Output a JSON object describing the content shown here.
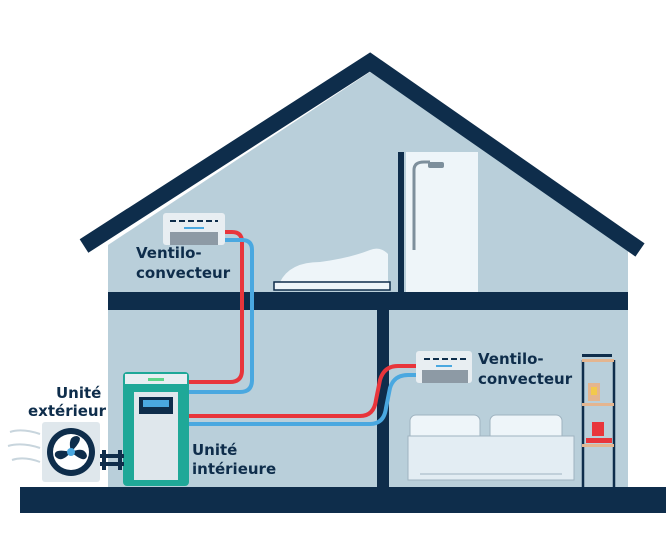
{
  "labels": {
    "upper_unit": [
      "Ventilo-",
      "convecteur"
    ],
    "lower_unit": [
      "Ventilo-",
      "convecteur"
    ],
    "outdoor_unit": [
      "Unité",
      "extérieur"
    ],
    "indoor_unit": [
      "Unité",
      "intérieure"
    ]
  },
  "colors": {
    "outline": "#0e2d4b",
    "wall": "#b9cfda",
    "hot_pipe": "#e8353b",
    "cold_pipe": "#4aa8e0",
    "indoor_unit": "#1fa898"
  }
}
